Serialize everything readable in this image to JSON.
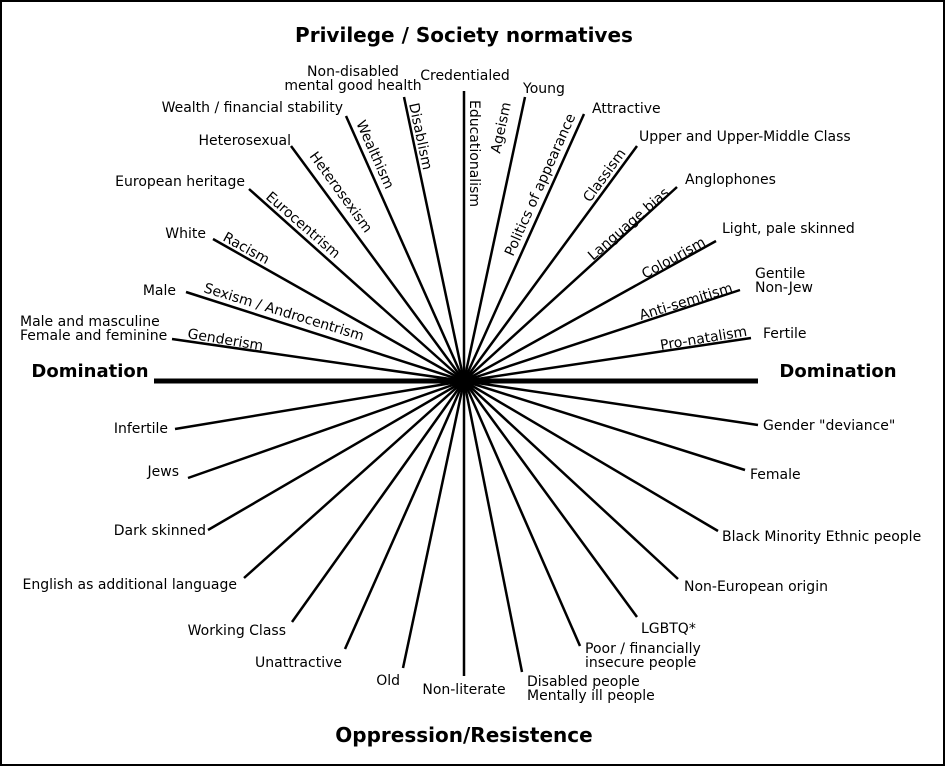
{
  "title": "Privilege / Society normatives",
  "bottom_title": "Oppression/Resistence",
  "left_label": "Domination",
  "right_label": "Domination",
  "spokes": [
    {
      "id": "gender",
      "top_group": [
        "Male and masculine",
        "Female and feminine"
      ],
      "system": "Genderism",
      "bottom_group": [
        "Gender \"deviance\""
      ]
    },
    {
      "id": "sex",
      "top_group": [
        "Male"
      ],
      "system": "Sexism / Androcentrism",
      "bottom_group": [
        "Female"
      ]
    },
    {
      "id": "race",
      "top_group": [
        "White"
      ],
      "system": "Racism",
      "bottom_group": [
        "Black Minority Ethnic people"
      ]
    },
    {
      "id": "euro",
      "top_group": [
        "European heritage"
      ],
      "system": "Eurocentrism",
      "bottom_group": [
        "Non-European origin"
      ]
    },
    {
      "id": "hetero",
      "top_group": [
        "Heterosexual"
      ],
      "system": "Heterosexism",
      "bottom_group": [
        "LGBTQ*"
      ]
    },
    {
      "id": "wealth",
      "top_group": [
        "Wealth / financial stability"
      ],
      "system": "Wealthism",
      "bottom_group": [
        "Poor / financially",
        "insecure people"
      ]
    },
    {
      "id": "disab",
      "top_group": [
        "Non-disabled",
        "mental good health"
      ],
      "system": "Disablism",
      "bottom_group": [
        "Disabled people",
        "Mentally ill people"
      ]
    },
    {
      "id": "edu",
      "top_group": [
        "Credentialed"
      ],
      "system": "Educationalism",
      "bottom_group": [
        "Non-literate"
      ]
    },
    {
      "id": "age",
      "top_group": [
        "Young"
      ],
      "system": "Ageism",
      "bottom_group": [
        "Old"
      ]
    },
    {
      "id": "appear",
      "top_group": [
        "Attractive"
      ],
      "system": "Politics of appearance",
      "bottom_group": [
        "Unattractive"
      ]
    },
    {
      "id": "class",
      "top_group": [
        "Upper and Upper-Middle Class"
      ],
      "system": "Classism",
      "bottom_group": [
        "Working Class"
      ]
    },
    {
      "id": "lang",
      "top_group": [
        "Anglophones"
      ],
      "system": "Language bias",
      "bottom_group": [
        "English as additional language"
      ]
    },
    {
      "id": "colour",
      "top_group": [
        "Light, pale skinned"
      ],
      "system": "Colourism",
      "bottom_group": [
        "Dark skinned"
      ]
    },
    {
      "id": "antisem",
      "top_group": [
        "Gentile",
        "Non-Jew"
      ],
      "system": "Anti-semitism",
      "bottom_group": [
        "Jews"
      ]
    },
    {
      "id": "natal",
      "top_group": [
        "Fertile"
      ],
      "system": "Pro-natalism",
      "bottom_group": [
        "Infertile"
      ]
    }
  ]
}
